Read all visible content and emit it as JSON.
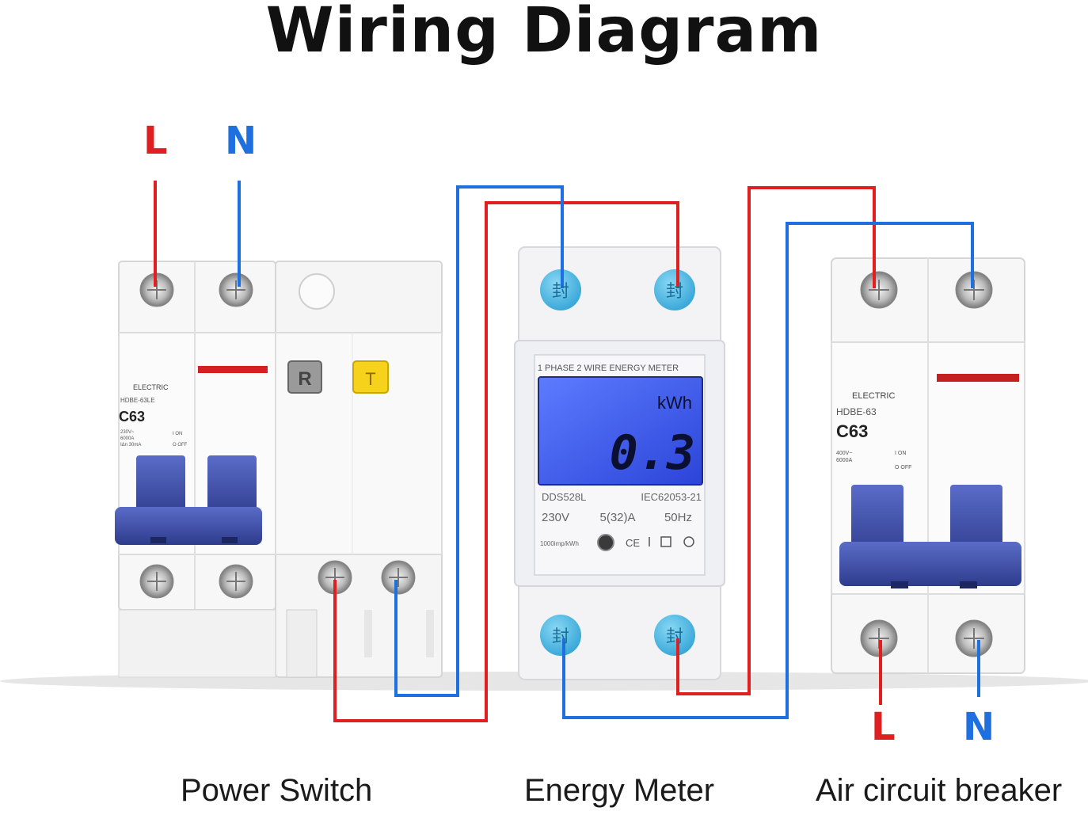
{
  "title": "Wiring Diagram",
  "input_terminals": {
    "line": "L",
    "neutral": "N"
  },
  "output_terminals": {
    "line": "L",
    "neutral": "N"
  },
  "power_switch": {
    "caption": "Power Switch",
    "brand": "ELECTRIC",
    "model": "HDBE-63LE",
    "rating": "C63",
    "spec_lines": [
      "230V~",
      "6000A",
      "IΔn 30mA"
    ],
    "on_off": [
      "I ON",
      "O OFF"
    ],
    "reset_key": "R",
    "test_key": "T"
  },
  "energy_meter": {
    "caption": "Energy Meter",
    "header": "1 PHASE 2 WIRE ENERGY METER",
    "unit": "kWh",
    "reading": "0.3",
    "model": "DDS528L",
    "standard": "IEC62053-21",
    "voltage": "230V",
    "current": "5(32)A",
    "frequency": "50Hz",
    "constant": "1000imp/kWh",
    "seal_glyph": "封",
    "marks": "CE"
  },
  "air_breaker": {
    "caption": "Air circuit breaker",
    "brand": "ELECTRIC",
    "model": "HDBE-63",
    "rating": "C63",
    "spec_lines": [
      "400V~",
      "6000A"
    ],
    "on_off": [
      "I ON",
      "O OFF"
    ]
  },
  "colors": {
    "line_wire": "#e02020",
    "neutral_wire": "#1e6fe0",
    "lcd_background": "#3a5cf0",
    "handle": "#3d4fa8",
    "seal_cap": "#56bfe8",
    "test_key": "#f6d21c"
  }
}
